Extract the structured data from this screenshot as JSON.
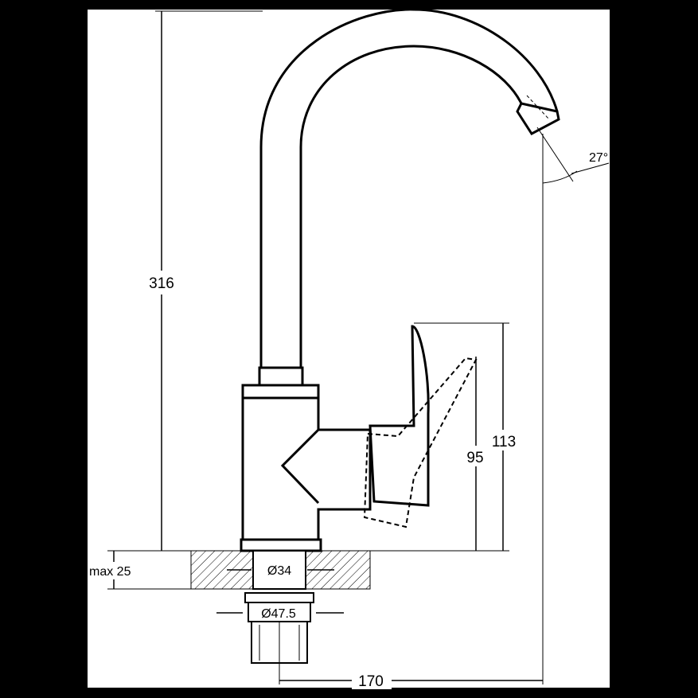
{
  "drawing": {
    "dimensions": {
      "height_total": "316",
      "handle_height": "113",
      "outlet_height": "95",
      "mount_thickness": "max 25",
      "hole_diameter": "Ø34",
      "thread_diameter": "Ø47.5",
      "reach": "170",
      "spout_angle": "27°"
    },
    "colors": {
      "frame": "#000000",
      "paper": "#ffffff",
      "line": "#000000"
    }
  }
}
